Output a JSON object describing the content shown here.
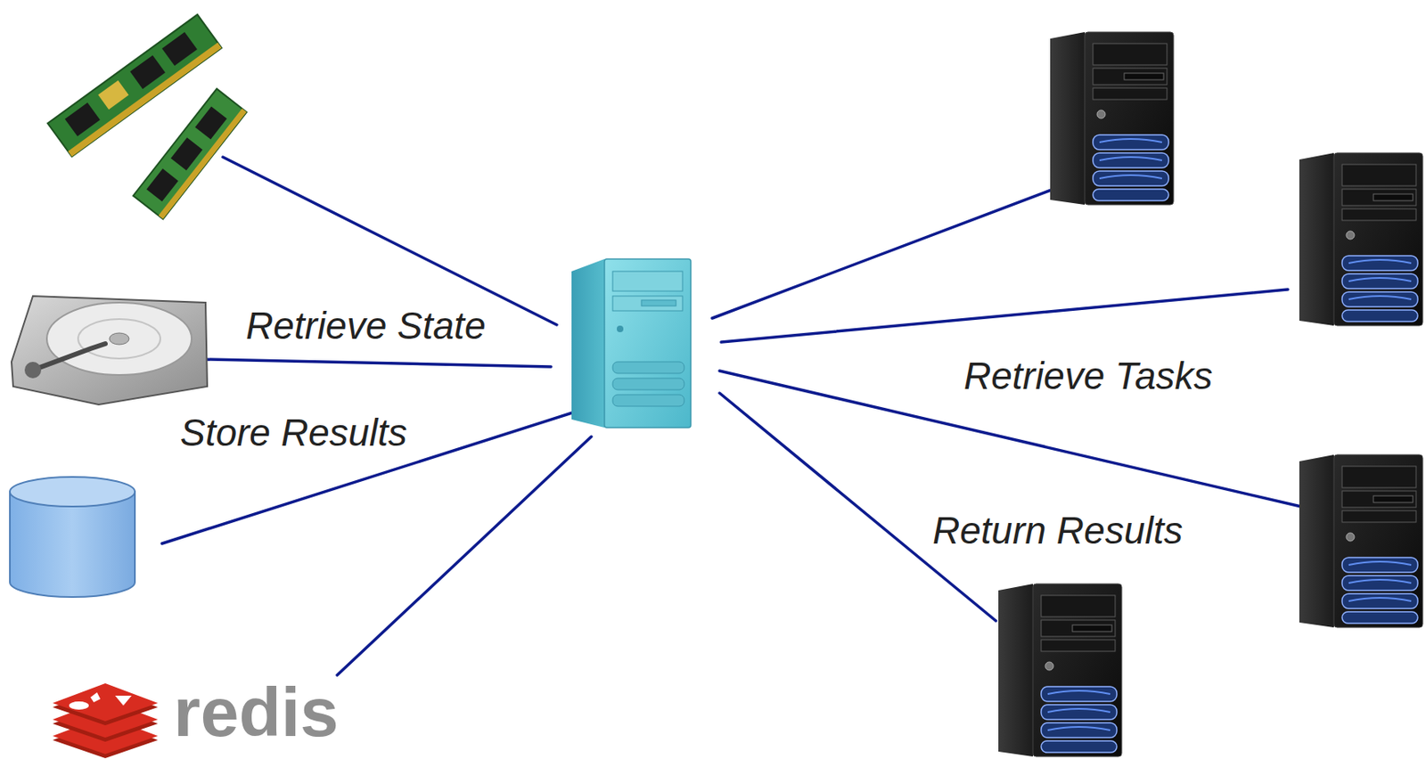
{
  "diagram": {
    "labels": [
      "Retrieve State",
      "Store Results",
      "Retrieve Tasks",
      "Return Results",
      "redis"
    ]
  }
}
